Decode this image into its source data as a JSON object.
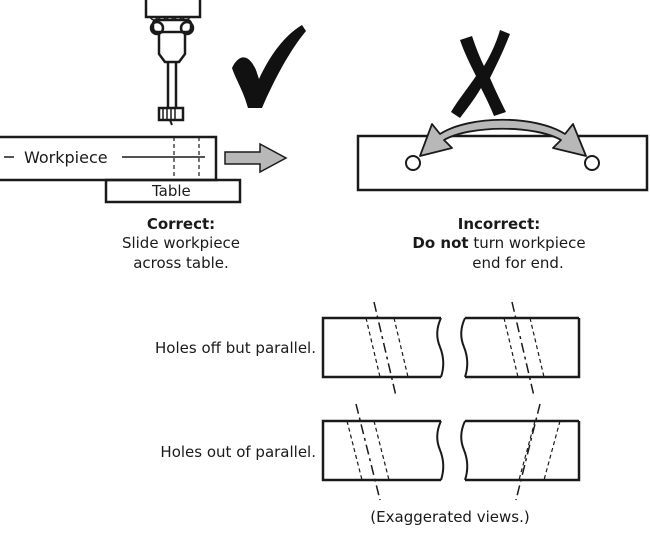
{
  "labels": {
    "workpiece": "Workpiece",
    "table": "Table"
  },
  "correct": {
    "heading": "Correct:",
    "line1": "Slide workpiece",
    "line2": "across table."
  },
  "incorrect": {
    "heading": "Incorrect:",
    "emphasis": "Do not",
    "line1_rest": " turn workpiece",
    "line2": "end for end."
  },
  "views": {
    "off_parallel": "Holes off but parallel.",
    "out_of_parallel": "Holes out of parallel.",
    "note": "(Exaggerated views.)"
  },
  "icons": [
    "check-mark-icon",
    "x-mark-icon",
    "arrow-right-icon",
    "curved-double-arrow-icon"
  ],
  "colors": {
    "ink": "#1a1a1a",
    "arrow_fill": "#b8b8b8"
  }
}
